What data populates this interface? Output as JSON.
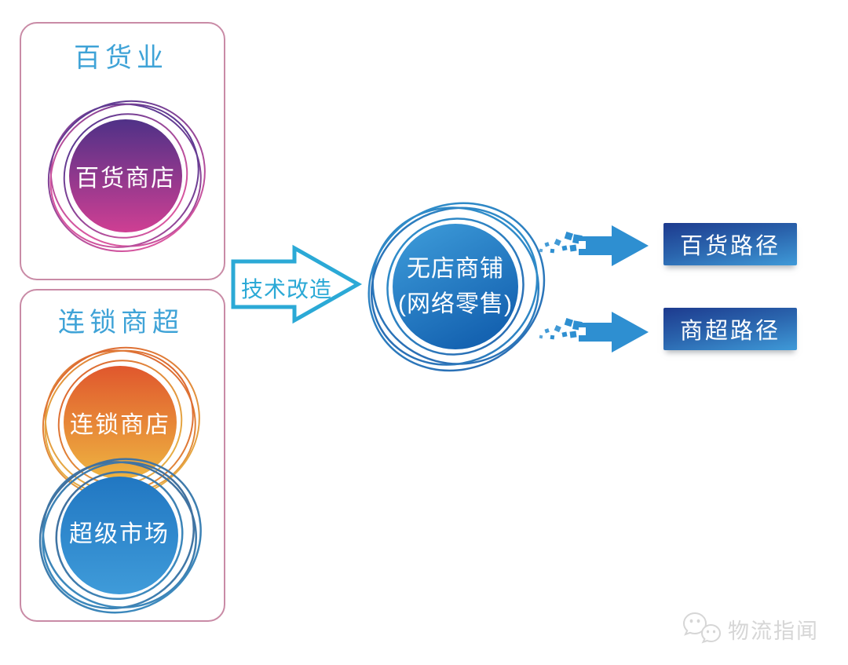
{
  "diagram": {
    "groups": {
      "department": {
        "title": "百货业",
        "node": {
          "label": "百货商店"
        }
      },
      "chain": {
        "title": "连锁商超",
        "node_store": {
          "label": "连锁商店"
        },
        "node_market": {
          "label": "超级市场"
        }
      }
    },
    "transform_arrow": {
      "label": "技术改造"
    },
    "center_node": {
      "line1": "无店商铺",
      "line2": "(网络零售)"
    },
    "paths": {
      "department": {
        "label": "百货路径"
      },
      "chain": {
        "label": "商超路径"
      }
    },
    "watermark": {
      "text": "物流指闻",
      "icon": "wechat-chat-bubbles-icon"
    }
  },
  "colors": {
    "group_title_blue": "#3fa3d7",
    "group_box_border_pink": "#c98ba6",
    "purple_node_top": "#4f3187",
    "purple_node_bottom": "#cf3f93",
    "orange_node_top": "#e0572d",
    "orange_node_bottom": "#eeb441",
    "blue_node_top": "#2177c2",
    "blue_node_bottom": "#3f9bd9",
    "center_node_top": "#3f9edb",
    "center_node_bottom": "#1563b1",
    "transform_arrow_cyan": "#2ba9d6",
    "solid_arrow_blue": "#2e8fd1",
    "path_box_gradient_top": "#1d3a8e",
    "path_box_gradient_bottom": "#3f9ad8",
    "watermark_gray": "#d6d6d6"
  }
}
